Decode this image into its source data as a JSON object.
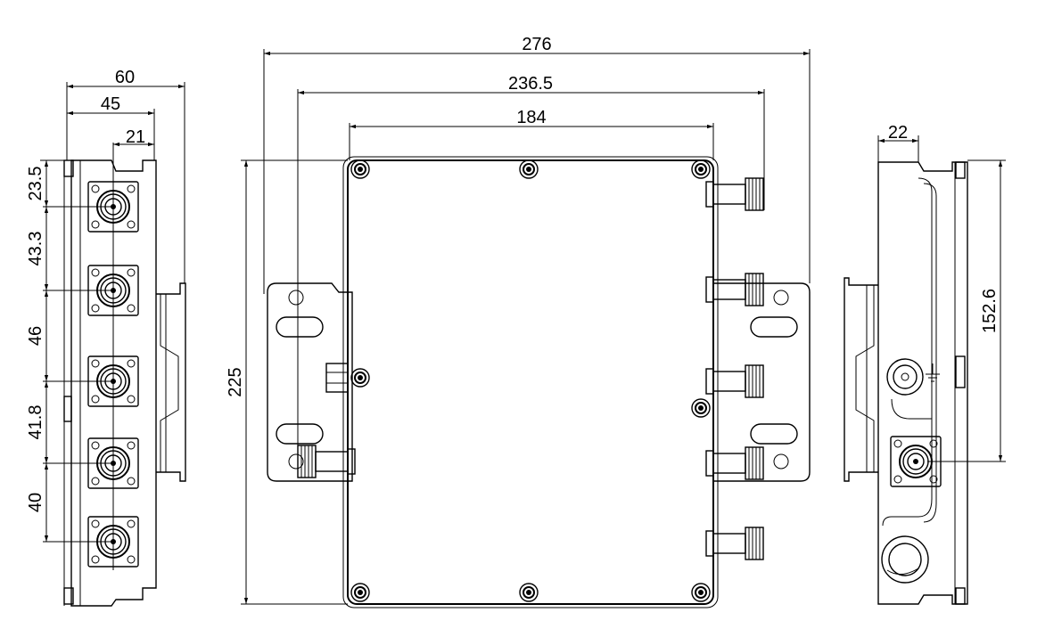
{
  "dimensions": {
    "left_view": {
      "total_width": "60",
      "inner_width": "45",
      "connector_offset": "21",
      "pitch_1": "23.5",
      "pitch_2": "43.3",
      "pitch_3": "46",
      "pitch_4": "41.8",
      "pitch_5": "40"
    },
    "front_view": {
      "overall_width": "276",
      "connector_span": "236.5",
      "body_width": "184",
      "height": "225"
    },
    "right_view": {
      "depth": "22",
      "connector_height": "152.6"
    }
  },
  "colors": {
    "line": "#000000",
    "background": "#ffffff"
  }
}
